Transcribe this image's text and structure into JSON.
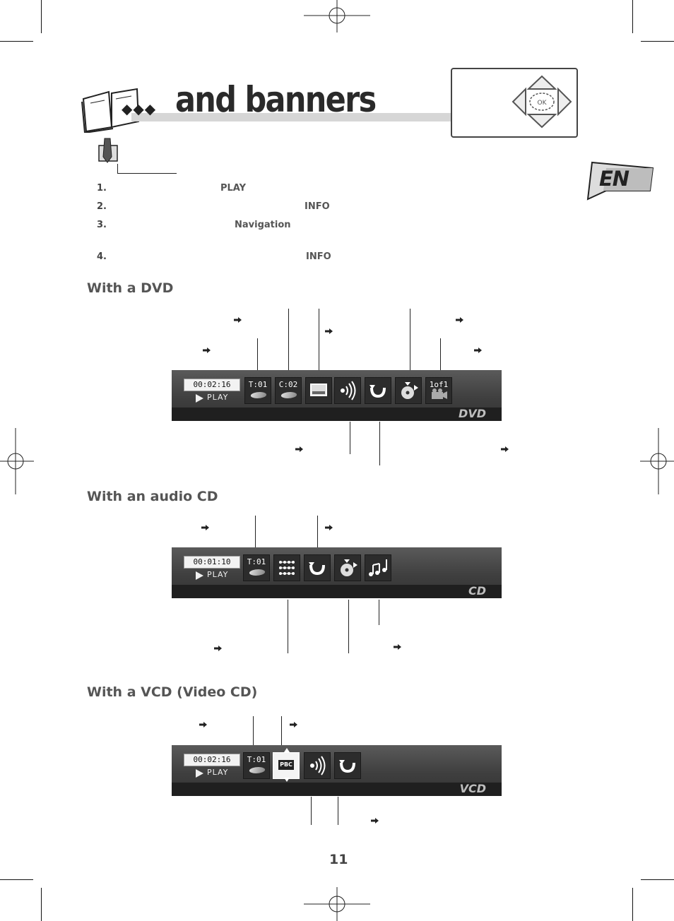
{
  "header": {
    "title": "and banners"
  },
  "remote": {
    "ok_label": "OK"
  },
  "language_badge": "EN",
  "steps": [
    {
      "number": "1.",
      "keyword": "PLAY"
    },
    {
      "number": "2.",
      "keyword": "INFO"
    },
    {
      "number": "3.",
      "keyword": "Navigation"
    },
    {
      "number": "4.",
      "keyword": "INFO"
    }
  ],
  "sections": {
    "dvd": "With a DVD",
    "audio_cd": "With an audio CD",
    "vcd": "With a VCD (Video CD)"
  },
  "banners": {
    "dvd": {
      "time": "00:02:16",
      "status": "PLAY",
      "title_code": "T:01",
      "chapter_code": "C:02",
      "angle_code": "1of1",
      "brand": "DVD"
    },
    "audio_cd": {
      "time": "00:01:10",
      "status": "PLAY",
      "title_code": "T:01",
      "brand": "CD"
    },
    "vcd": {
      "time": "00:02:16",
      "status": "PLAY",
      "title_code": "T:01",
      "pbc_label": "PBC",
      "brand": "VCD"
    }
  },
  "page_number": "11"
}
